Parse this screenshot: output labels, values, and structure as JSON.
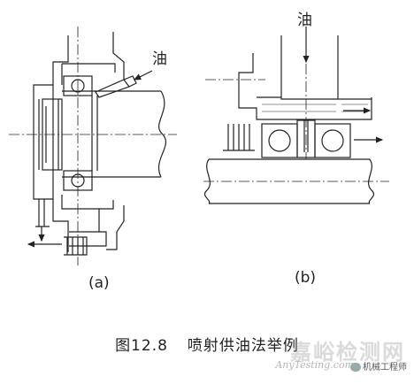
{
  "labels": {
    "oil_a": "油",
    "oil_b": "油",
    "panel_a": "(a)",
    "panel_b": "(b)"
  },
  "caption": {
    "number": "图12.8",
    "title": "喷射供油法举例"
  },
  "watermark": {
    "main": "嘉峪检测网",
    "url": "AnyTesting.com",
    "publisher": "机械工程师"
  }
}
